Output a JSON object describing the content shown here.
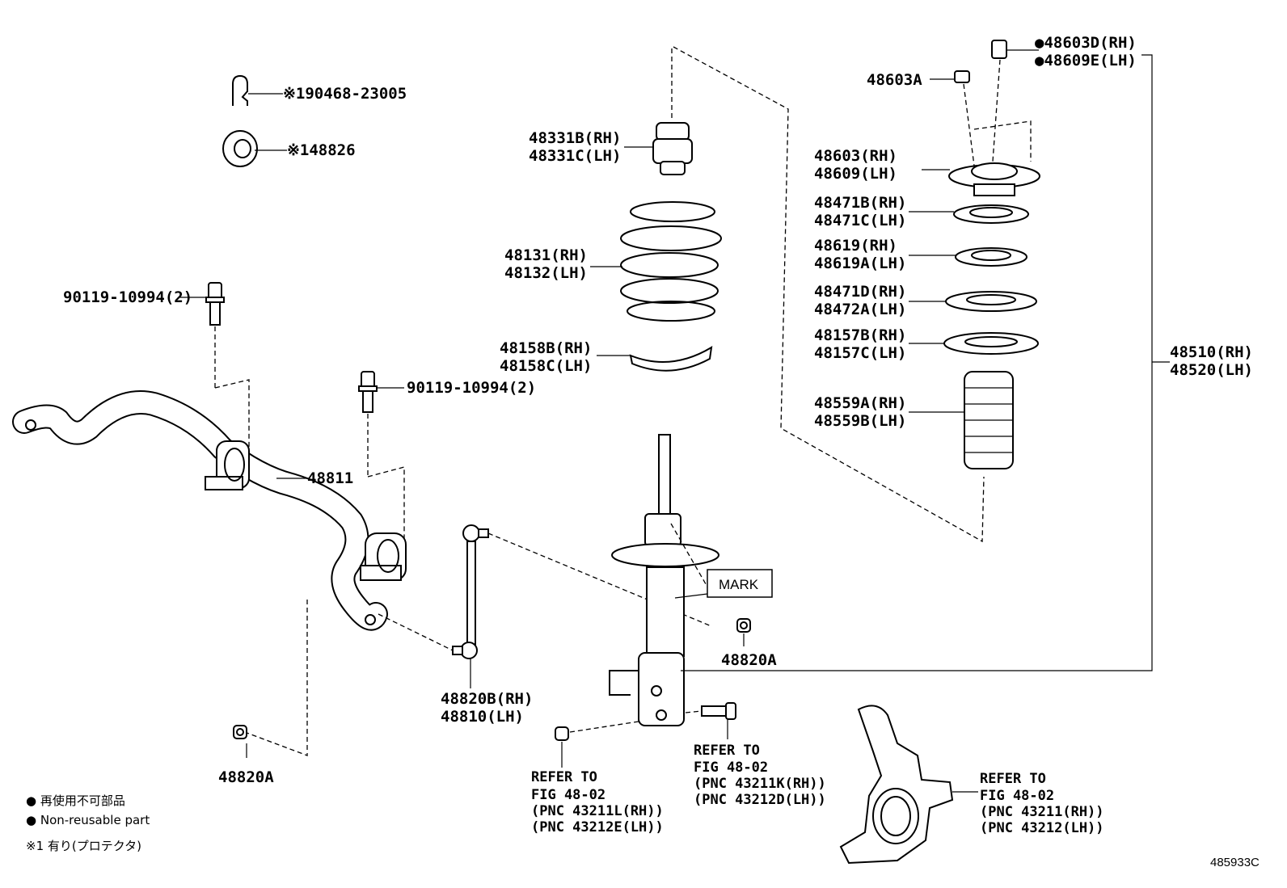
{
  "labels": {
    "clip": "※190468-23005",
    "protector": "※148826",
    "bolt_left": "90119-10994(2)",
    "bolt_mid": "90119-10994(2)",
    "stabilizer_bar": "48811",
    "link_rh": "48820B(RH)",
    "link_lh": "48810(LH)",
    "nut_left": "48820A",
    "nut_right": "48820A",
    "bound_stop_rh": "48331B(RH)",
    "bound_stop_lh": "48331C(LH)",
    "spring_rh": "48131(RH)",
    "spring_lh": "48132(LH)",
    "spring_seat_rh": "48158B(RH)",
    "spring_seat_lh": "48158C(LH)",
    "nut_top_a": "48603A",
    "nut_top_rh": "●48603D(RH)",
    "nut_top_lh": "●48609E(LH)",
    "support_rh": "48603(RH)",
    "support_lh": "48609(LH)",
    "bearing_rh": "48471B(RH)",
    "bearing_lh": "48471C(LH)",
    "seat_upper_rh": "48619(RH)",
    "seat_upper_lh": "48619A(LH)",
    "insulator_rh": "48471D(RH)",
    "insulator_lh": "48472A(LH)",
    "insulator2_rh": "48157B(RH)",
    "insulator2_lh": "48157C(LH)",
    "boot_rh": "48559A(RH)",
    "boot_lh": "48559B(LH)",
    "strut_rh": "48510(RH)",
    "strut_lh": "48520(LH)",
    "mark": "MARK"
  },
  "refs": {
    "ref1": [
      "REFER TO",
      "FIG 48-02",
      "(PNC 43211L(RH))",
      "(PNC 43212E(LH))"
    ],
    "ref2": [
      "REFER TO",
      "FIG 48-02",
      "(PNC 43211K(RH))",
      "(PNC 43212D(LH))"
    ],
    "ref3": [
      "REFER TO",
      "FIG 48-02",
      "(PNC 43211(RH))",
      "(PNC 43212(LH))"
    ]
  },
  "legend": {
    "line1": "● 再使用不可部品",
    "line2": "● Non-reusable part",
    "line3": "※1 有り(プロテクタ)"
  },
  "diagram_code": "485933C"
}
